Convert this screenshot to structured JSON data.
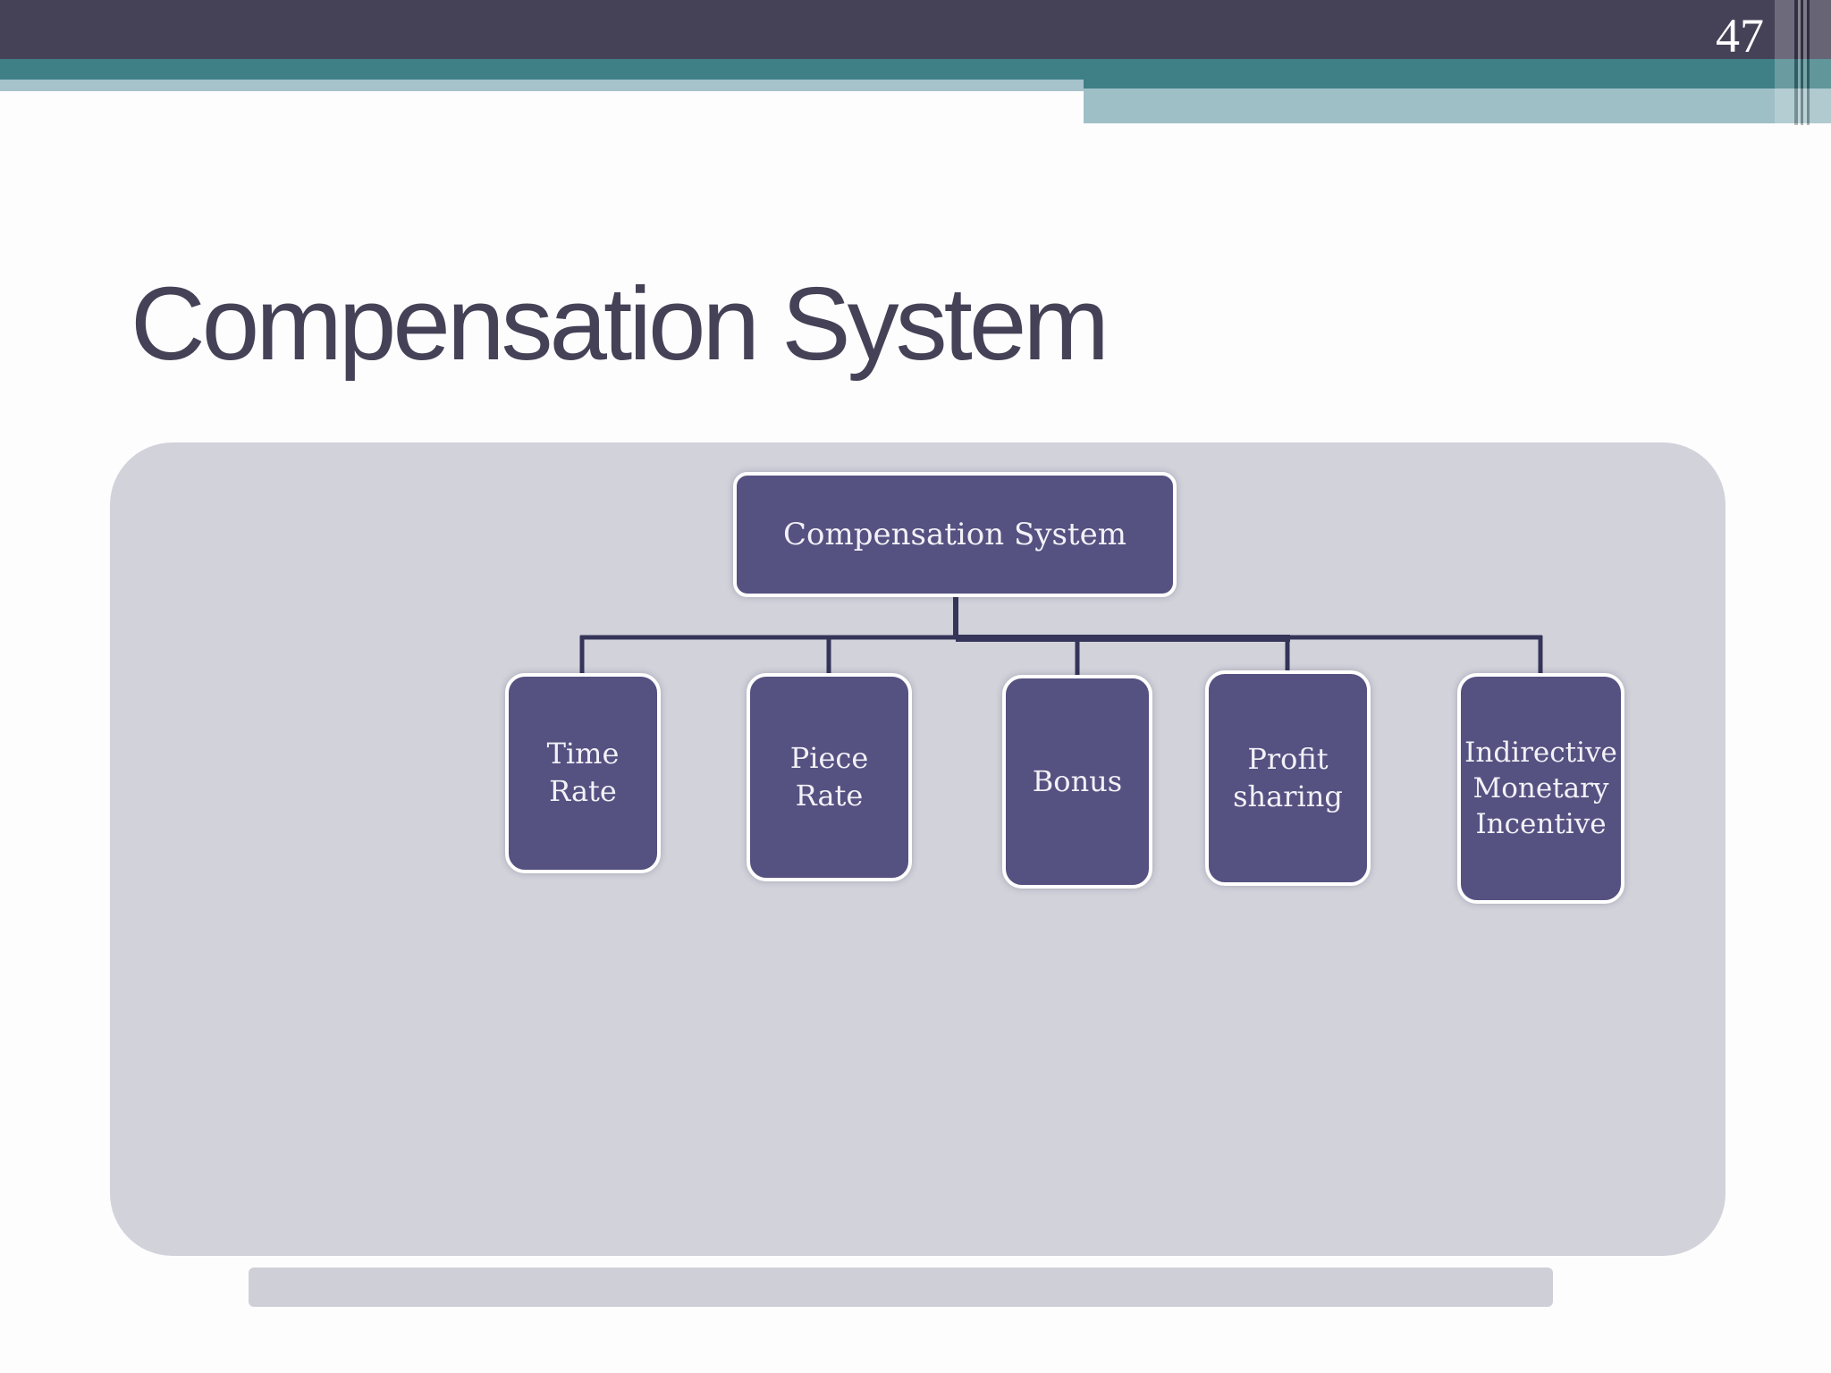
{
  "page_number": "47",
  "title": "Compensation System",
  "diagram": {
    "root": {
      "label": "Compensation System"
    },
    "children": [
      {
        "label": "Time Rate"
      },
      {
        "label": "Piece Rate"
      },
      {
        "label": "Bonus"
      },
      {
        "label": "Profit sharing"
      },
      {
        "label": "Indirective Monetary Incentive"
      }
    ]
  },
  "colors": {
    "header_dark": "#454257",
    "header_teal": "#3f7f86",
    "header_light_teal": "#a6c2cb",
    "panel_background": "#d2d2db",
    "node_fill": "#555181",
    "node_border": "#ffffff",
    "node_text": "#f2f1f7",
    "connector": "#35355a",
    "title_text": "#454257",
    "footer_bar": "#cfcfd8",
    "page_number_text": "#ffffff"
  }
}
